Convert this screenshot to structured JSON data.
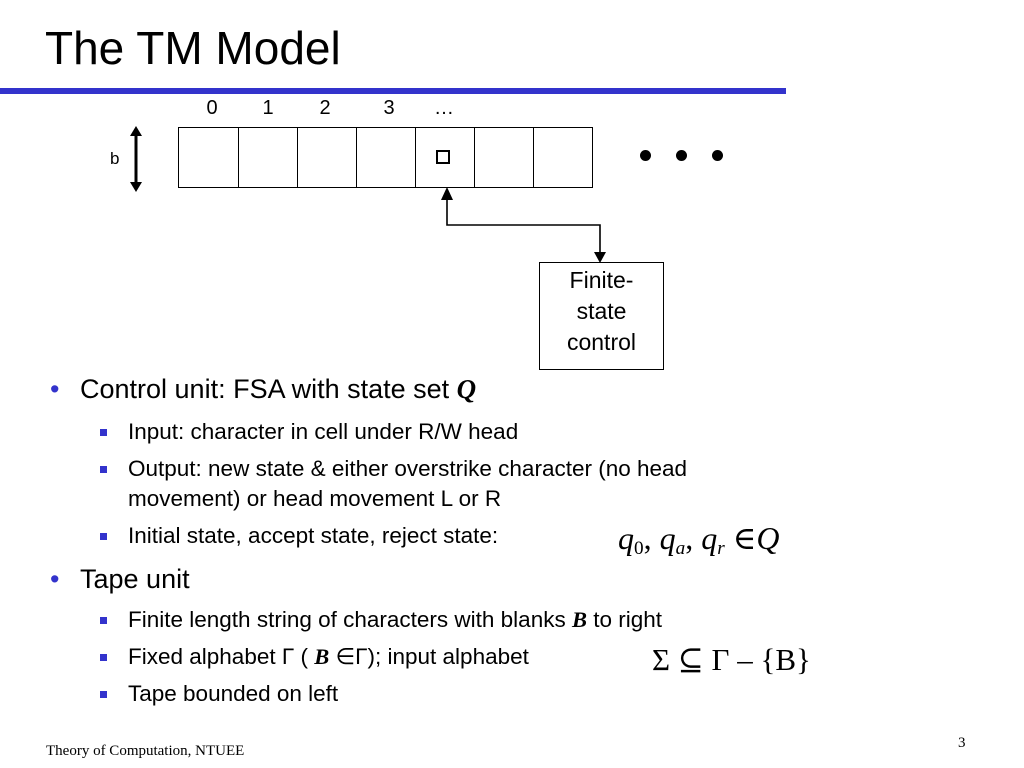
{
  "slide": {
    "title": "The TM Model",
    "accent_color": "#3333cc",
    "page_number": "3",
    "footer": "Theory of Computation, NTUEE"
  },
  "diagram": {
    "tape_indices": [
      "0",
      "1",
      "2",
      "3",
      "…"
    ],
    "tape_cell_count": 7,
    "head_cell_index": 4,
    "head_symbol": "blank-square",
    "continuation": "• • •",
    "bound_label": "b",
    "finite_state_control": [
      "Finite-",
      "state",
      "control"
    ]
  },
  "bullets": {
    "control_unit": {
      "label": "Control unit:  FSA with state set ",
      "symbol": "Q",
      "subitems": {
        "input": "Input:  character in cell under R/W head",
        "output_line1": "Output:  new state & either overstrike character (no head",
        "output_line2": "movement) or head movement L or R",
        "initial": "Initial state, accept state, reject state:"
      },
      "formula": {
        "q": "q",
        "s0": "0",
        "sa": "a",
        "sr": "r",
        "tail": "∈Q"
      }
    },
    "tape_unit": {
      "label": "Tape unit",
      "subitems": {
        "finite_pre": "Finite length string of characters with blanks ",
        "finite_sym": "B",
        "finite_post": " to right",
        "fixed_pre": "Fixed alphabet Γ ( ",
        "fixed_sym": "B",
        "fixed_mid": " ∈Γ);  input alphabet",
        "fixed_formula": "Σ ⊆ Γ – {B}",
        "bounded": "Tape bounded on left"
      }
    }
  }
}
